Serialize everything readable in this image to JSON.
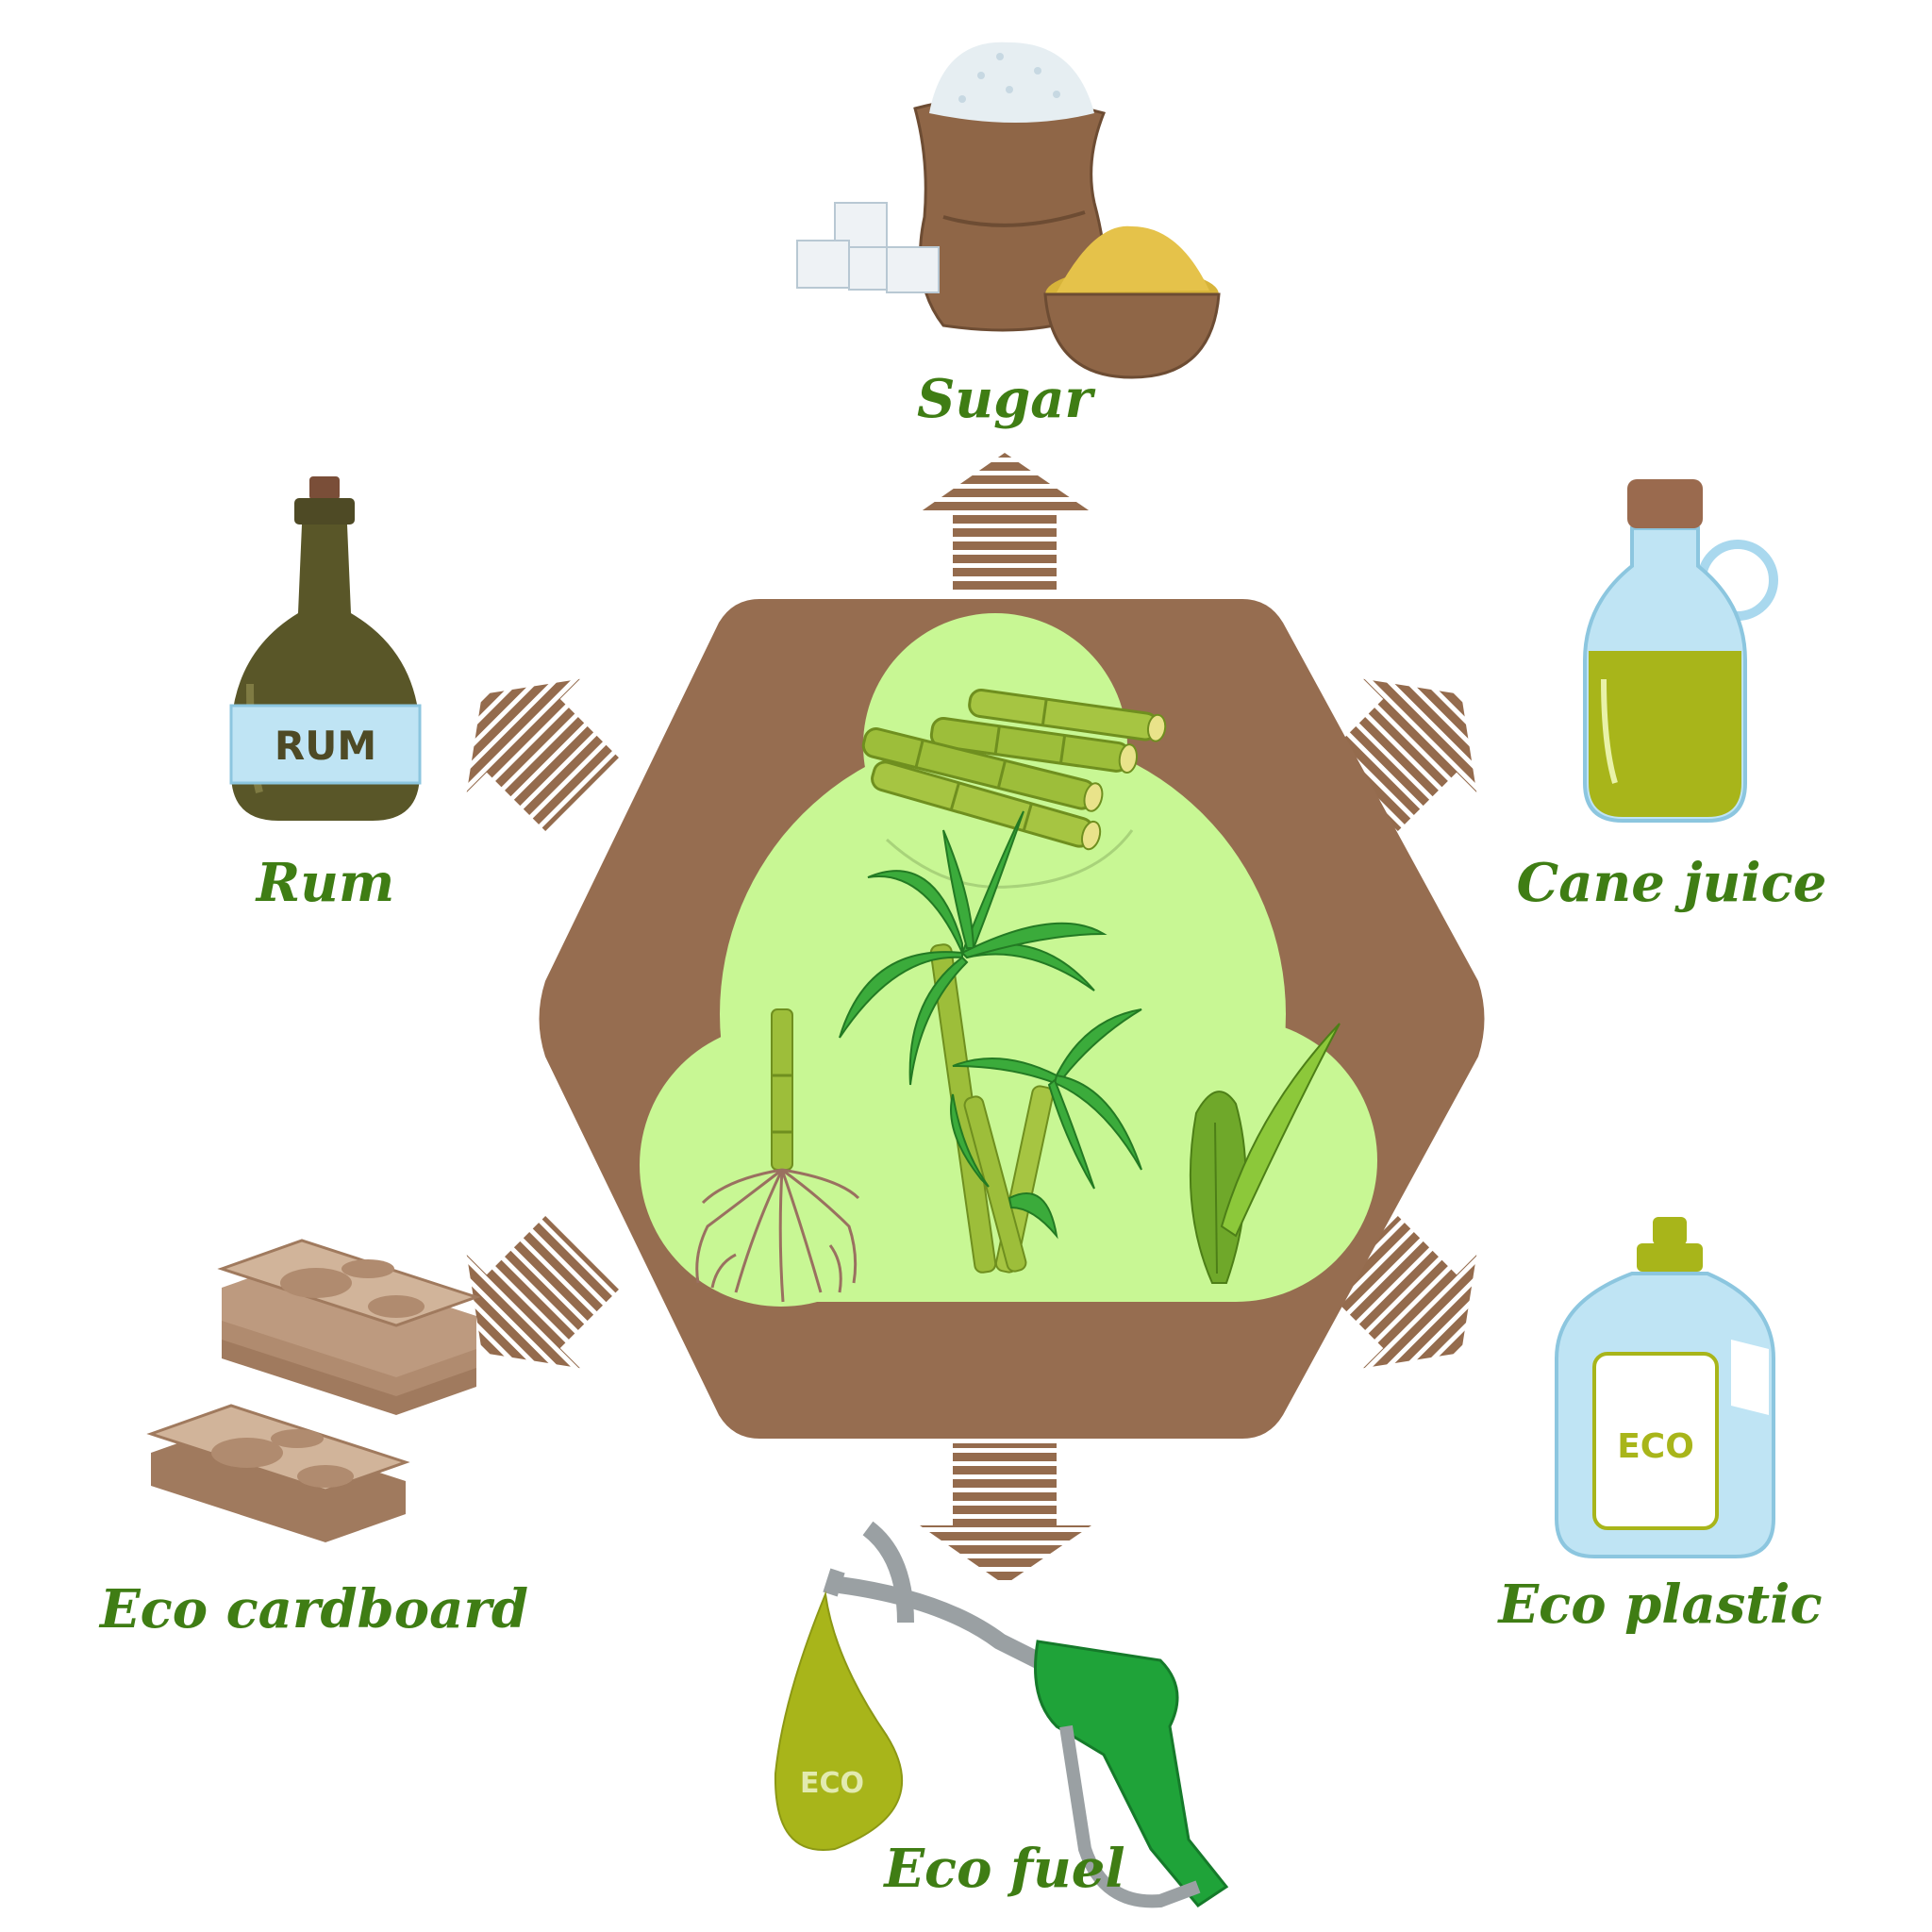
{
  "colors": {
    "label_green": "#3f7d14",
    "hexagon_brown": "#966d50",
    "arrow_brown": "#946b4d",
    "blob_green": "#c8f794",
    "cane_green": "#9dbe3a",
    "leaf_green": "#3bab3b"
  },
  "products": {
    "sugar": {
      "label": "Sugar",
      "icon": "sugar-sack-icon"
    },
    "cane_juice": {
      "label": "Cane juice",
      "icon": "juice-bottle-icon"
    },
    "eco_plastic": {
      "label": "Eco plastic",
      "icon": "plastic-bottle-icon",
      "badge": "ECO"
    },
    "eco_fuel": {
      "label": "Eco fuel",
      "icon": "fuel-nozzle-icon",
      "badge": "ECO"
    },
    "eco_cardboard": {
      "label": "Eco cardboard",
      "icon": "cardboard-tray-icon"
    },
    "rum": {
      "label": "Rum",
      "icon": "rum-bottle-icon",
      "badge": "RUM"
    }
  },
  "center": {
    "icons": [
      "cane-stalks-icon",
      "sugarcane-plant-icon",
      "cane-root-icon",
      "cane-leaf-icon"
    ]
  }
}
